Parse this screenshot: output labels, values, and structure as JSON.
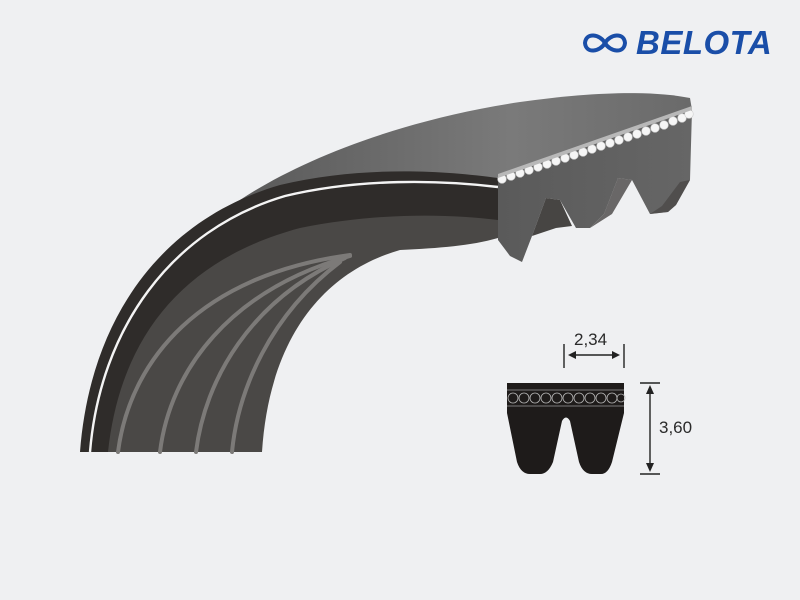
{
  "brand": {
    "name": "BELOTA",
    "icon": "infinity-icon",
    "color": "#1a4ea8"
  },
  "illustration": {
    "subject": "poly-v-belt",
    "ribs_visible": 4,
    "colors": {
      "background": "#eff0f2",
      "top_surface": "#6e6e6e",
      "side_dark": "#2f2c2a",
      "side_mid": "#4a4846",
      "rib_face": "#5d5d5d",
      "cord": "#f2f2f2",
      "groove_line": "#7a7876"
    }
  },
  "profile_diagram": {
    "width_label": "2,34",
    "height_label": "3,60",
    "ribs": 2
  }
}
